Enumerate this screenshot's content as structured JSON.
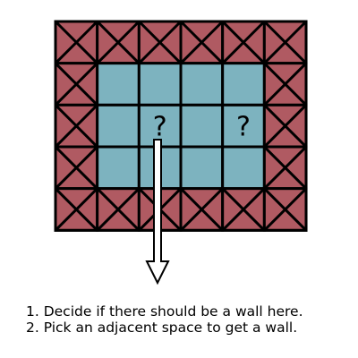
{
  "grid": {
    "rows": 5,
    "cols": 6,
    "cells": [
      [
        "wall",
        "wall",
        "wall",
        "wall",
        "wall",
        "wall"
      ],
      [
        "wall",
        "floor",
        "floor",
        "floor",
        "floor",
        "wall"
      ],
      [
        "wall",
        "floor",
        "floor",
        "floor",
        "floor",
        "wall"
      ],
      [
        "wall",
        "floor",
        "floor",
        "floor",
        "floor",
        "wall"
      ],
      [
        "wall",
        "wall",
        "wall",
        "wall",
        "wall",
        "wall"
      ]
    ],
    "wall_color": "#b05a62",
    "floor_color": "#7db3bf",
    "line_color": "#000000"
  },
  "markers": [
    {
      "row": 2,
      "col": 2,
      "symbol": "?"
    },
    {
      "row": 2,
      "col": 4,
      "symbol": "?"
    }
  ],
  "instructions": [
    "1. Decide if there should be a wall here.",
    "2. Pick an adjacent space to get a wall."
  ]
}
